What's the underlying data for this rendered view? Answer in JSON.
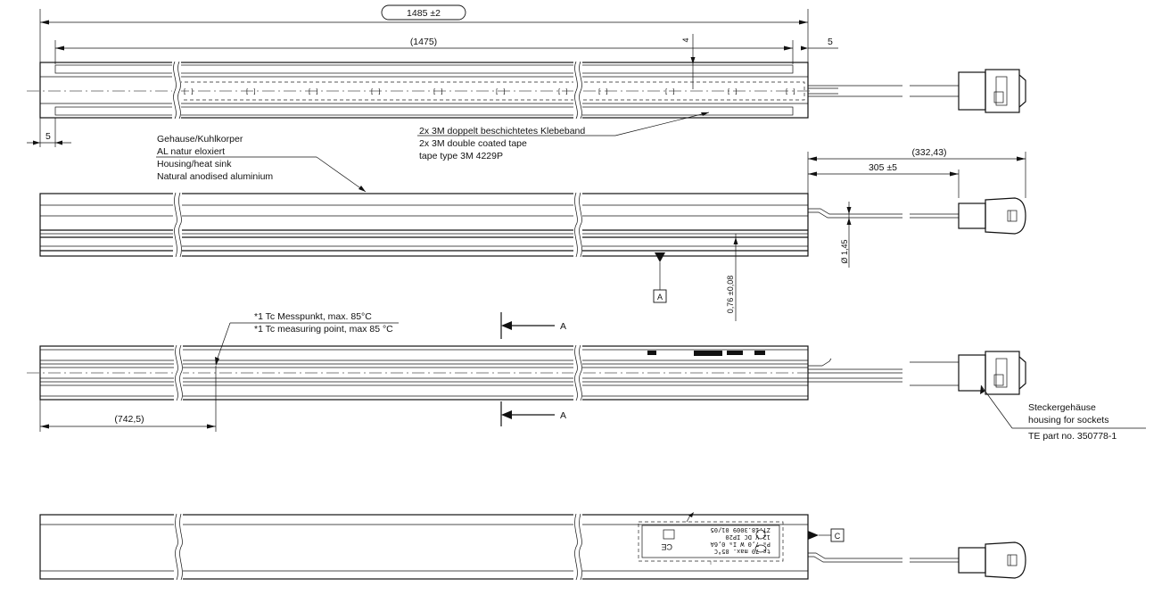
{
  "dimensions": {
    "total_length": "1485 ±2",
    "profile_length": "(1475)",
    "end_offset_right": "5",
    "end_offset_left": "5",
    "tape_gap": "4",
    "cable_total": "(332,43)",
    "cable_length": "305 ±5",
    "cable_diameter": "Ø 1,45",
    "tape_thickness": "0,76 ±0,08",
    "tc_position": "(742,5)"
  },
  "callouts": {
    "tape": [
      "2x 3M doppelt beschichtetes Klebeband",
      "2x 3M double coated tape",
      "tape type 3M 4229P"
    ],
    "housing": [
      "Gehause/Kuhlkorper",
      "AL natur eloxiert",
      "Housing/heat sink",
      "Natural anodised aluminium"
    ],
    "tc": [
      "*1 Tc Messpunkt, max. 85°C",
      "*1 Tc measuring point,  max 85 °C"
    ],
    "socket": [
      "Steckergehäuse",
      "housing for sockets",
      "TE  part no. 350778-1"
    ]
  },
  "markers": {
    "view_a_ref": "A",
    "section_a_top": "A",
    "section_a_bottom": "A",
    "view_c_ref": "C"
  },
  "label_plate": {
    "line1": "tc 70 max. 85°C",
    "line2": "Pₘ 7,0 W  Iₘ 0,6A",
    "line3": "12 V DC  IP20",
    "line4": "ZT.18.3009 01/05",
    "mark_ce": "CE"
  }
}
